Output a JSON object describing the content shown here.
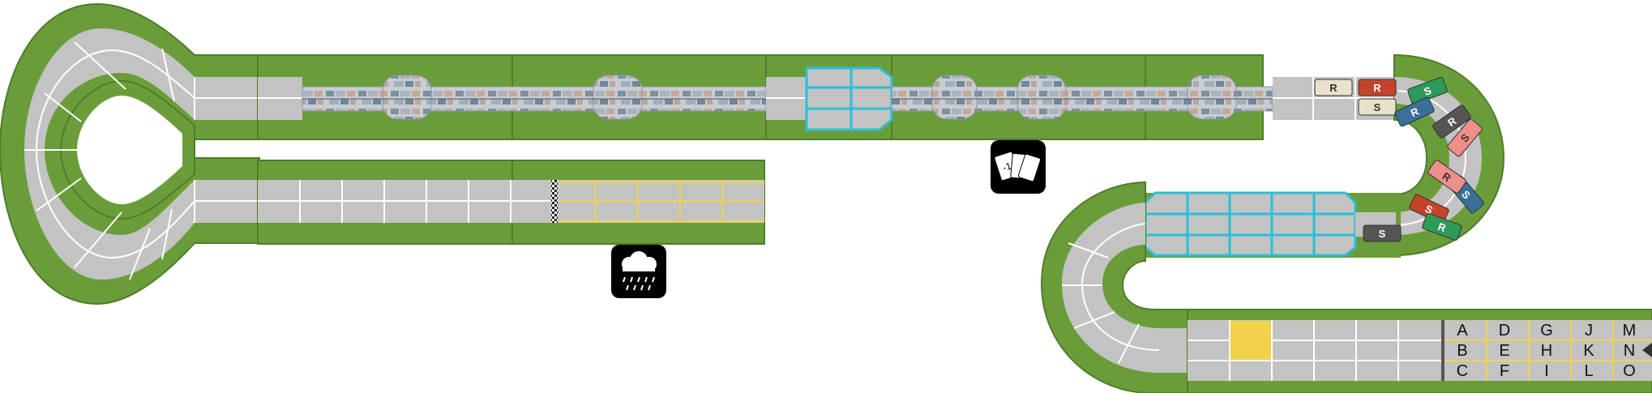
{
  "board": {
    "colors": {
      "grass": "#6a9d3a",
      "road": "#c3c3c3",
      "line": "#ffffff",
      "cobble": "#b5bcc4",
      "cyan": "#2bbfd8",
      "yellow": "#f2d24a",
      "weather_bg": "#000000"
    },
    "icons": {
      "rain": "rain-cloud-icon",
      "cards": "cards-icon"
    }
  },
  "chips": [
    {
      "letter": "R",
      "fill": "#e8e2cc"
    },
    {
      "letter": "R",
      "fill": "#c5432b"
    },
    {
      "letter": "S",
      "fill": "#e8e2cc"
    },
    {
      "letter": "S",
      "fill": "#2e9a5a"
    },
    {
      "letter": "R",
      "fill": "#3a6f9a"
    },
    {
      "letter": "R",
      "fill": "#555555"
    },
    {
      "letter": "S",
      "fill": "#ee8f8a"
    },
    {
      "letter": "S",
      "fill": "#3a6f9a"
    },
    {
      "letter": "R",
      "fill": "#ee8f8a"
    },
    {
      "letter": "S",
      "fill": "#c5432b"
    },
    {
      "letter": "R",
      "fill": "#2e9a5a"
    },
    {
      "letter": "S",
      "fill": "#555555"
    }
  ],
  "grid_letters": [
    [
      "A",
      "D",
      "G",
      "J",
      "M"
    ],
    [
      "B",
      "E",
      "H",
      "K",
      "N"
    ],
    [
      "C",
      "F",
      "I",
      "L",
      "O"
    ]
  ]
}
